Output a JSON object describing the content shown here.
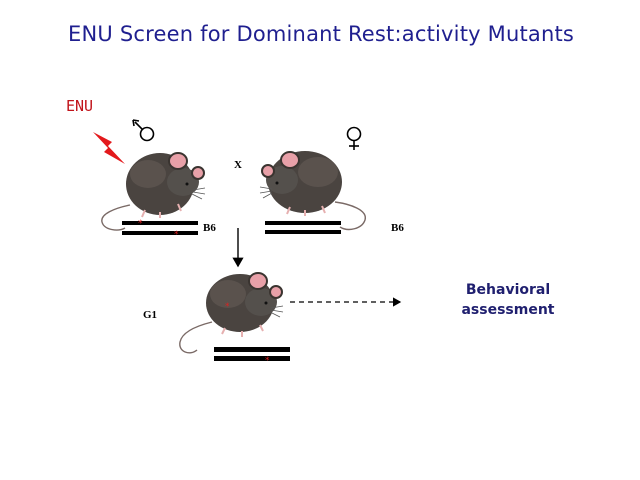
{
  "slide": {
    "title": "ENU Screen for Dominant Rest:activity Mutants",
    "mutagen_label": "ENU",
    "cross_symbol": "X",
    "male_strain": "B6",
    "female_strain": "B6",
    "offspring_label": "G1",
    "outcome_line1": "Behavioral",
    "outcome_line2": "assessment"
  },
  "colors": {
    "title": "#1f1f8f",
    "enu": "#c1141b",
    "lightning": "#e3191c",
    "mutation_star": "#e02020",
    "chromosome": "#000000",
    "mouse_fur": "#4a4440",
    "mouse_ear": "#e8a0a8"
  },
  "icons": [
    "male-symbol-icon",
    "female-symbol-icon",
    "lightning-icon",
    "mouse-icon",
    "arrow-down-icon",
    "dashed-arrow-icon"
  ]
}
